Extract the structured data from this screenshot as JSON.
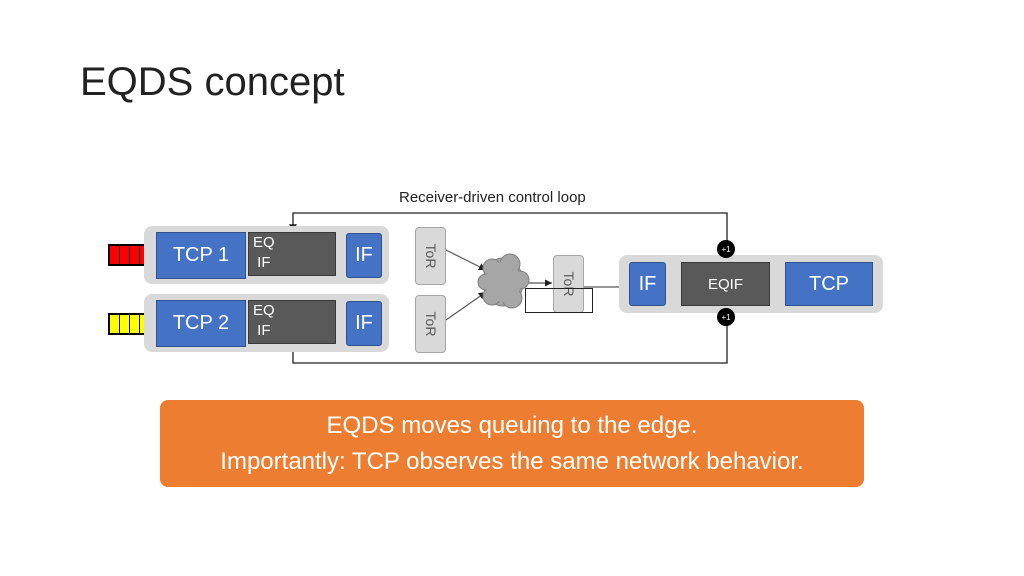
{
  "slide": {
    "title": "EQDS concept",
    "loop_label": "Receiver-driven control loop"
  },
  "senders": [
    {
      "tcp": "TCP 1",
      "eq_line1": "EQ",
      "eq_line2": "IF",
      "if": "IF",
      "tor": "ToR",
      "queue_color": "#ff0000"
    },
    {
      "tcp": "TCP 2",
      "eq_line1": "EQ",
      "eq_line2": "IF",
      "if": "IF",
      "tor": "ToR",
      "queue_color": "#ffff00"
    }
  ],
  "receiver": {
    "tor": "ToR",
    "if": "IF",
    "eqif": "EQIF",
    "tcp": "TCP",
    "credit_top": "+1",
    "credit_bottom": "+1"
  },
  "callout": {
    "line1": "EQDS moves queuing to the edge.",
    "line2": "Importantly: TCP observes the same network behavior."
  }
}
